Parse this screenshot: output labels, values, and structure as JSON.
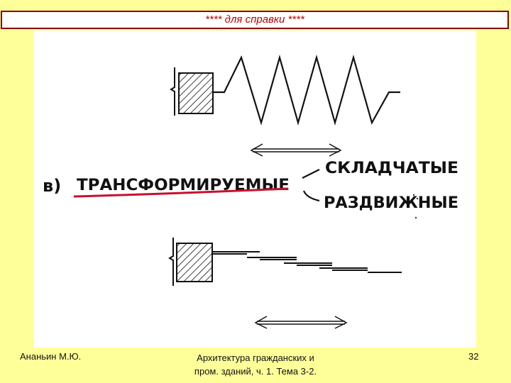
{
  "banner": {
    "text": "****  для справки  ****"
  },
  "drawing": {
    "label_letter": "в)",
    "label_main": "ТРАНСФОРМИРУЕМЫЕ",
    "branch_1": "СКЛАДЧАТЫЕ",
    "branch_2": "РАЗДВИЖНЫЕ",
    "underline_color": "#c8102e"
  },
  "footer": {
    "author": "Ананьин М.Ю.",
    "course_line_1": "Архитектура гражданских и",
    "course_line_2": "пром. зданий, ч. 1. Тема 3-2.",
    "page_number": "32"
  }
}
